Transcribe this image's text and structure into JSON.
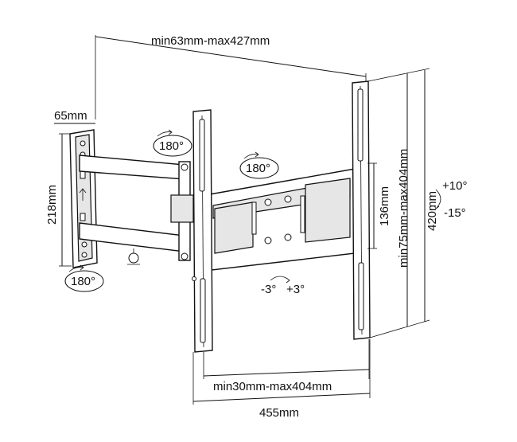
{
  "dimensions": {
    "arm_extension": "min63mm-max427mm",
    "wall_plate_depth": "65mm",
    "wall_plate_height": "218mm",
    "plate_height": "420mm",
    "vertical_hole_spacing": "min75mm-max404mm",
    "center_spacing": "136mm",
    "horizontal_hole_spacing": "min30mm-max404mm",
    "plate_width": "455mm"
  },
  "rotations": {
    "arm_top": "180°",
    "arm_mid": "180°",
    "arm_bottom": "180°",
    "tilt_up": "+10°",
    "tilt_down": "-15°",
    "level_minus": "-3°",
    "level_plus": "+3°"
  }
}
